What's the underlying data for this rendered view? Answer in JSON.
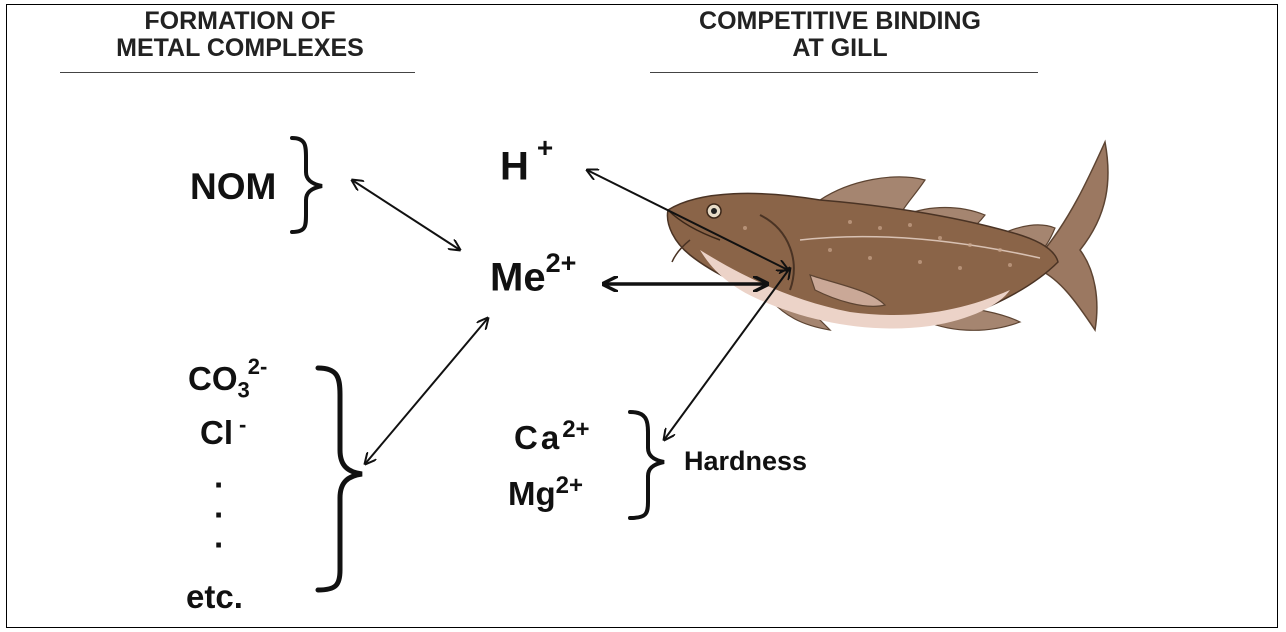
{
  "headers": {
    "left_line1": "FORMATION OF",
    "left_line2": "METAL COMPLEXES",
    "right_line1": "COMPETITIVE BINDING",
    "right_line2": "AT GILL"
  },
  "species": {
    "nom": "NOM",
    "h": "H",
    "h_charge": "+",
    "me": "Me",
    "me_charge": "2+",
    "co3": "CO",
    "co3_sub": "3",
    "co3_charge": "2-",
    "cl": "Cl",
    "cl_charge": "-",
    "dot": "·",
    "etc": "etc.",
    "ca": "Ca",
    "ca_charge": "2+",
    "mg": "Mg",
    "mg_charge": "2+",
    "hardness": "Hardness"
  },
  "colors": {
    "fish_body": "#8a6448",
    "fish_belly": "#e9cfc5",
    "fish_fin": "#a0806a",
    "line": "#111111"
  }
}
